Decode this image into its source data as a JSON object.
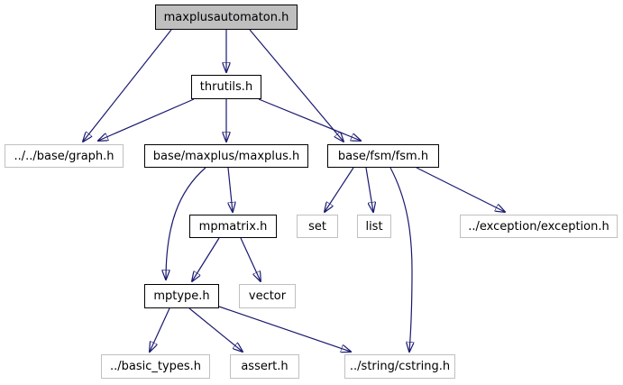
{
  "diagram": {
    "kind": "include-dependency-graph",
    "colors": {
      "background": "#ffffff",
      "edge": "#191970",
      "root_node_fill": "#bfbfbf",
      "node_fill": "#ffffff",
      "internal_node_border": "#000000",
      "external_node_border": "#c0c0c0",
      "text": "#000000"
    },
    "nodes": [
      {
        "id": "maxplusautomaton",
        "label": "maxplusautomaton.h",
        "kind": "root"
      },
      {
        "id": "thrutils",
        "label": "thrutils.h",
        "kind": "internal"
      },
      {
        "id": "graph",
        "label": "../../base/graph.h",
        "kind": "external"
      },
      {
        "id": "maxplus",
        "label": "base/maxplus/maxplus.h",
        "kind": "internal"
      },
      {
        "id": "fsm",
        "label": "base/fsm/fsm.h",
        "kind": "internal"
      },
      {
        "id": "mpmatrix",
        "label": "mpmatrix.h",
        "kind": "internal"
      },
      {
        "id": "set",
        "label": "set",
        "kind": "external"
      },
      {
        "id": "list",
        "label": "list",
        "kind": "external"
      },
      {
        "id": "exception",
        "label": "../exception/exception.h",
        "kind": "external"
      },
      {
        "id": "mptype",
        "label": "mptype.h",
        "kind": "internal"
      },
      {
        "id": "vector",
        "label": "vector",
        "kind": "external"
      },
      {
        "id": "basic_types",
        "label": "../basic_types.h",
        "kind": "external"
      },
      {
        "id": "assert",
        "label": "assert.h",
        "kind": "external"
      },
      {
        "id": "cstring",
        "label": "../string/cstring.h",
        "kind": "external"
      }
    ],
    "edges": [
      {
        "from": "maxplusautomaton",
        "to": "thrutils"
      },
      {
        "from": "maxplusautomaton",
        "to": "graph"
      },
      {
        "from": "maxplusautomaton",
        "to": "fsm"
      },
      {
        "from": "thrutils",
        "to": "graph"
      },
      {
        "from": "thrutils",
        "to": "maxplus"
      },
      {
        "from": "thrutils",
        "to": "fsm"
      },
      {
        "from": "maxplus",
        "to": "mpmatrix"
      },
      {
        "from": "maxplus",
        "to": "mptype"
      },
      {
        "from": "fsm",
        "to": "set"
      },
      {
        "from": "fsm",
        "to": "list"
      },
      {
        "from": "fsm",
        "to": "exception"
      },
      {
        "from": "fsm",
        "to": "cstring"
      },
      {
        "from": "mpmatrix",
        "to": "mptype"
      },
      {
        "from": "mpmatrix",
        "to": "vector"
      },
      {
        "from": "mptype",
        "to": "basic_types"
      },
      {
        "from": "mptype",
        "to": "assert"
      },
      {
        "from": "mptype",
        "to": "cstring"
      }
    ]
  }
}
